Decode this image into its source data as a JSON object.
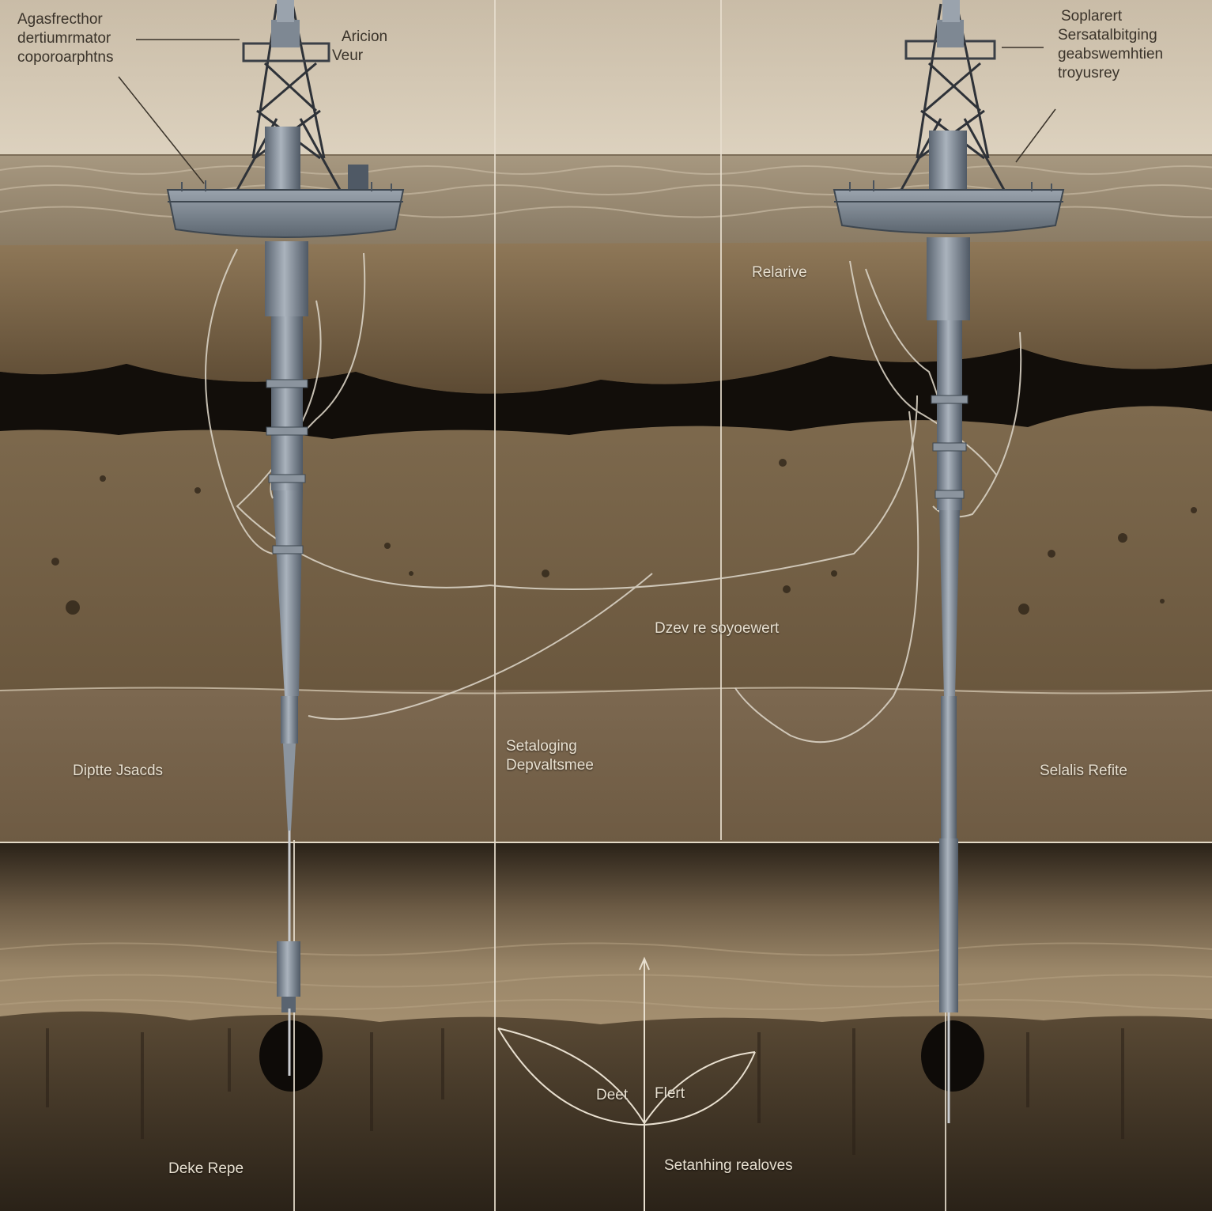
{
  "labels": {
    "top_left": [
      "Agasfrecthor",
      "dertiumrmator",
      "coporoarphtns"
    ],
    "top_center": [
      "Aricion",
      "Veur"
    ],
    "top_right": [
      "Soplarert",
      "Sersatalbitging",
      "geabswemhtien",
      "troyusrey"
    ],
    "relative": "Relarive",
    "deep_movement": "Dzev re soyoewert",
    "diptte_sands": "Diptte Jsacds",
    "center_middle": [
      "Setaloging",
      "Depvaltsmee"
    ],
    "right_middle": "Selalis Refite",
    "deep_left": "Deet",
    "deep_right": "Flert",
    "bottom_left": "Deke Repe",
    "bottom_center": "Setanhing realoves"
  }
}
